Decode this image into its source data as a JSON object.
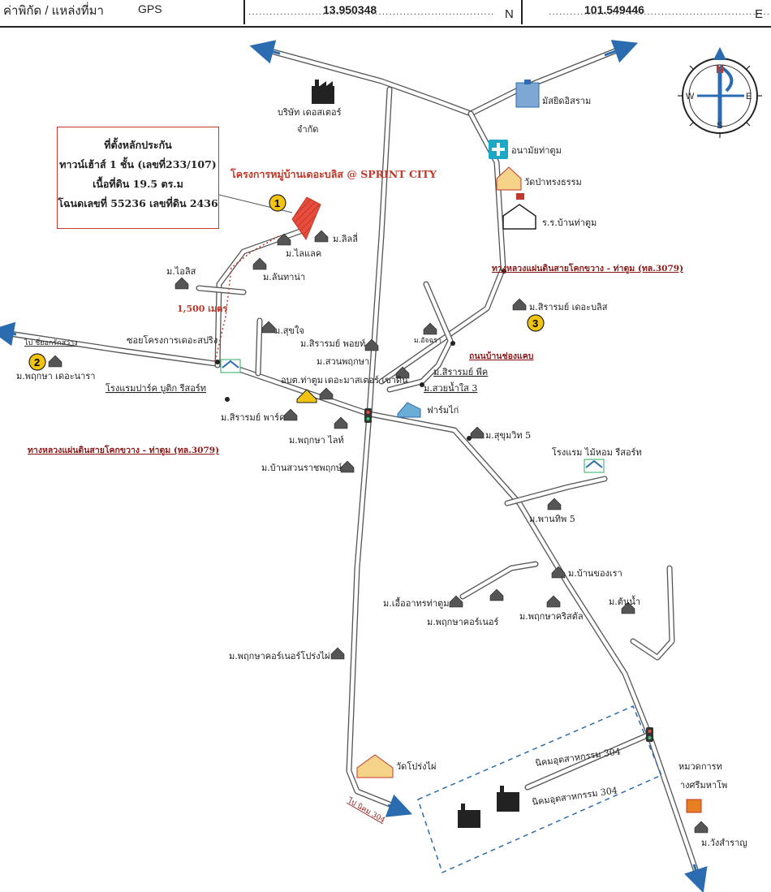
{
  "header": {
    "coord_label": "ค่าพิกัด / แหล่งที่มา",
    "source": "GPS",
    "latitude": "13.950348",
    "lat_suffix": "N",
    "longitude": "101.549446",
    "lon_suffix": "E"
  },
  "info_box": {
    "line1": "ที่ตั้งหลักประกัน",
    "line2": "ทาวน์เฮ้าส์ 1 ชั้น (เลขที่233/107)",
    "line3": "เนื้อที่ดิน 19.5 ตร.ม",
    "line4": "โฉนดเลขที่ 55236 เลขที่ดิน 2436"
  },
  "project_title": "โครงการหมู่บ้านเดอะบลิส @ SPRINT CITY",
  "compass": {
    "n": "N",
    "s": "S",
    "e": "E",
    "w": "W"
  },
  "markers": {
    "m1": "1",
    "m2": "2",
    "m3": "3"
  },
  "labels": {
    "factory_company": "บริษัท เดอสเตอร์",
    "factory_company2": "จำกัด",
    "mosque": "มัสยิดอิสราม",
    "health": "อนามัยท่าตูม",
    "temple1": "วัดป่าทรงธรรม",
    "school": "ร.ร.บ้านท่าตูม",
    "lily": "ม.ลิลลี่",
    "lilac": "ม.ไลแลค",
    "ilis": "ม.ไอลิส",
    "lanthana": "ม.ลันทาน่า",
    "dist": "1,500 เมตร",
    "soi": "ซอยโครงการเดอะสปริง",
    "to_pattaya": "ไป ชี่ยอกรักสว่าง",
    "pruksa_nara": "ม.พฤกษา เดอะนารา",
    "hotel_park": "โรงแรมปาร์ค บูติก รีสอร์ท",
    "suk_jai": "ม.สุขใจ",
    "sirarom_point": "ม.สิรารมย์ พอยท์",
    "suan_pruksa": "ม.สวนพฤกษา",
    "obt": "อบต.ท่าตูม",
    "master": "เดอะมาสเตอร์ เขาดิน",
    "sirarom_park": "ม.สิรารมย์ พาร์ค",
    "pruksa_light": "ม.พฤกษา ไลท์",
    "highway1": "ทางหลวงแผ่นดินสายโคกขวาง - ท่าตูม (ทล.3079)",
    "highway2": "ทางหลวงแผ่นดินสายโคกขวาง - ท่าตูม (ทล.3079)",
    "ban_suan": "ม.บ้านสวนราชพฤกษ์",
    "sirarom_bliss": "ม.สิรารมย์ เดอะบลิส",
    "acharam": "ม.อัจฉรา",
    "road_khong": "ถนนบ้านช่องแคบ",
    "sirarom_peak": "ม.สิรารมย์ พีค",
    "suay_nam": "ม.สวยน้ำใส 3",
    "farm": "ฟาร์มไก่",
    "sukhumvit": "ม.สุขุมวิท 5",
    "hotel_mai": "โรงแรม ไม้หอม รีสอร์ท",
    "panthip": "ม.พานทิพ 5",
    "ban_khong": "ม.บ้านของเรา",
    "ton_nam": "ม.ต้นน้ำ",
    "ua_athorn": "ม.เอื้ออาทรท่าตูม",
    "pruksa_corner": "ม.พฤกษาคอร์เนอร์",
    "pruksa_cristal": "ม.พฤกษาคริสตัล",
    "pruksa_corner_prong": "ม.พฤกษาคอร์เนอร์โปร่งไผ่",
    "wat_prong": "วัดโปร่งไผ่",
    "to_304": "ไป นิคม 304",
    "estate1": "นิคมอุตสาหกรรม 304",
    "estate2": "นิคมอุตสาหกรรม 304",
    "police": "หมวดการท",
    "police2": "างศรีมหาโพ",
    "wang": "ม.วังสำราญ"
  }
}
